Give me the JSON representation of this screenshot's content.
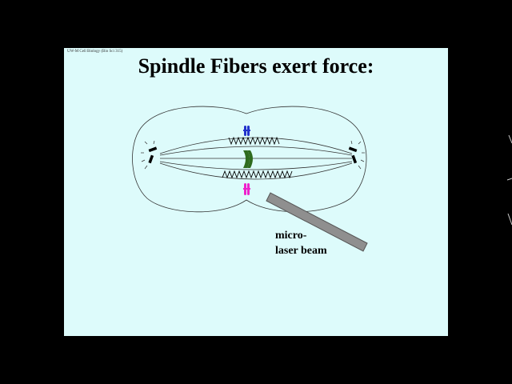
{
  "slide": {
    "course_label": "UW-M Cell Biology (Bio Sci 315)",
    "title": "Spindle Fibers exert force:",
    "background": "#ddfbfb"
  },
  "diagram": {
    "label_line_1": "micro-",
    "label_line_2": "laser beam",
    "chromosome_colors": {
      "top": "#2233cc",
      "middle": "#2e6b1e",
      "bottom": "#ee22cc"
    },
    "laser_beam_color": "#8f8f8f"
  }
}
